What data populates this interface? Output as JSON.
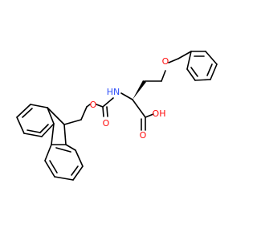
{
  "molecule": {
    "atoms": {
      "o_ether": "O",
      "nh": "HN",
      "o_carbamate": "O",
      "o_carbonyl": "O",
      "oh": "OH",
      "o_acid_carbonyl": "O"
    },
    "colors": {
      "bond": "#000000",
      "oxygen": "#ff0d0d",
      "nitrogen": "#3050f8",
      "background": "#ffffff"
    }
  }
}
